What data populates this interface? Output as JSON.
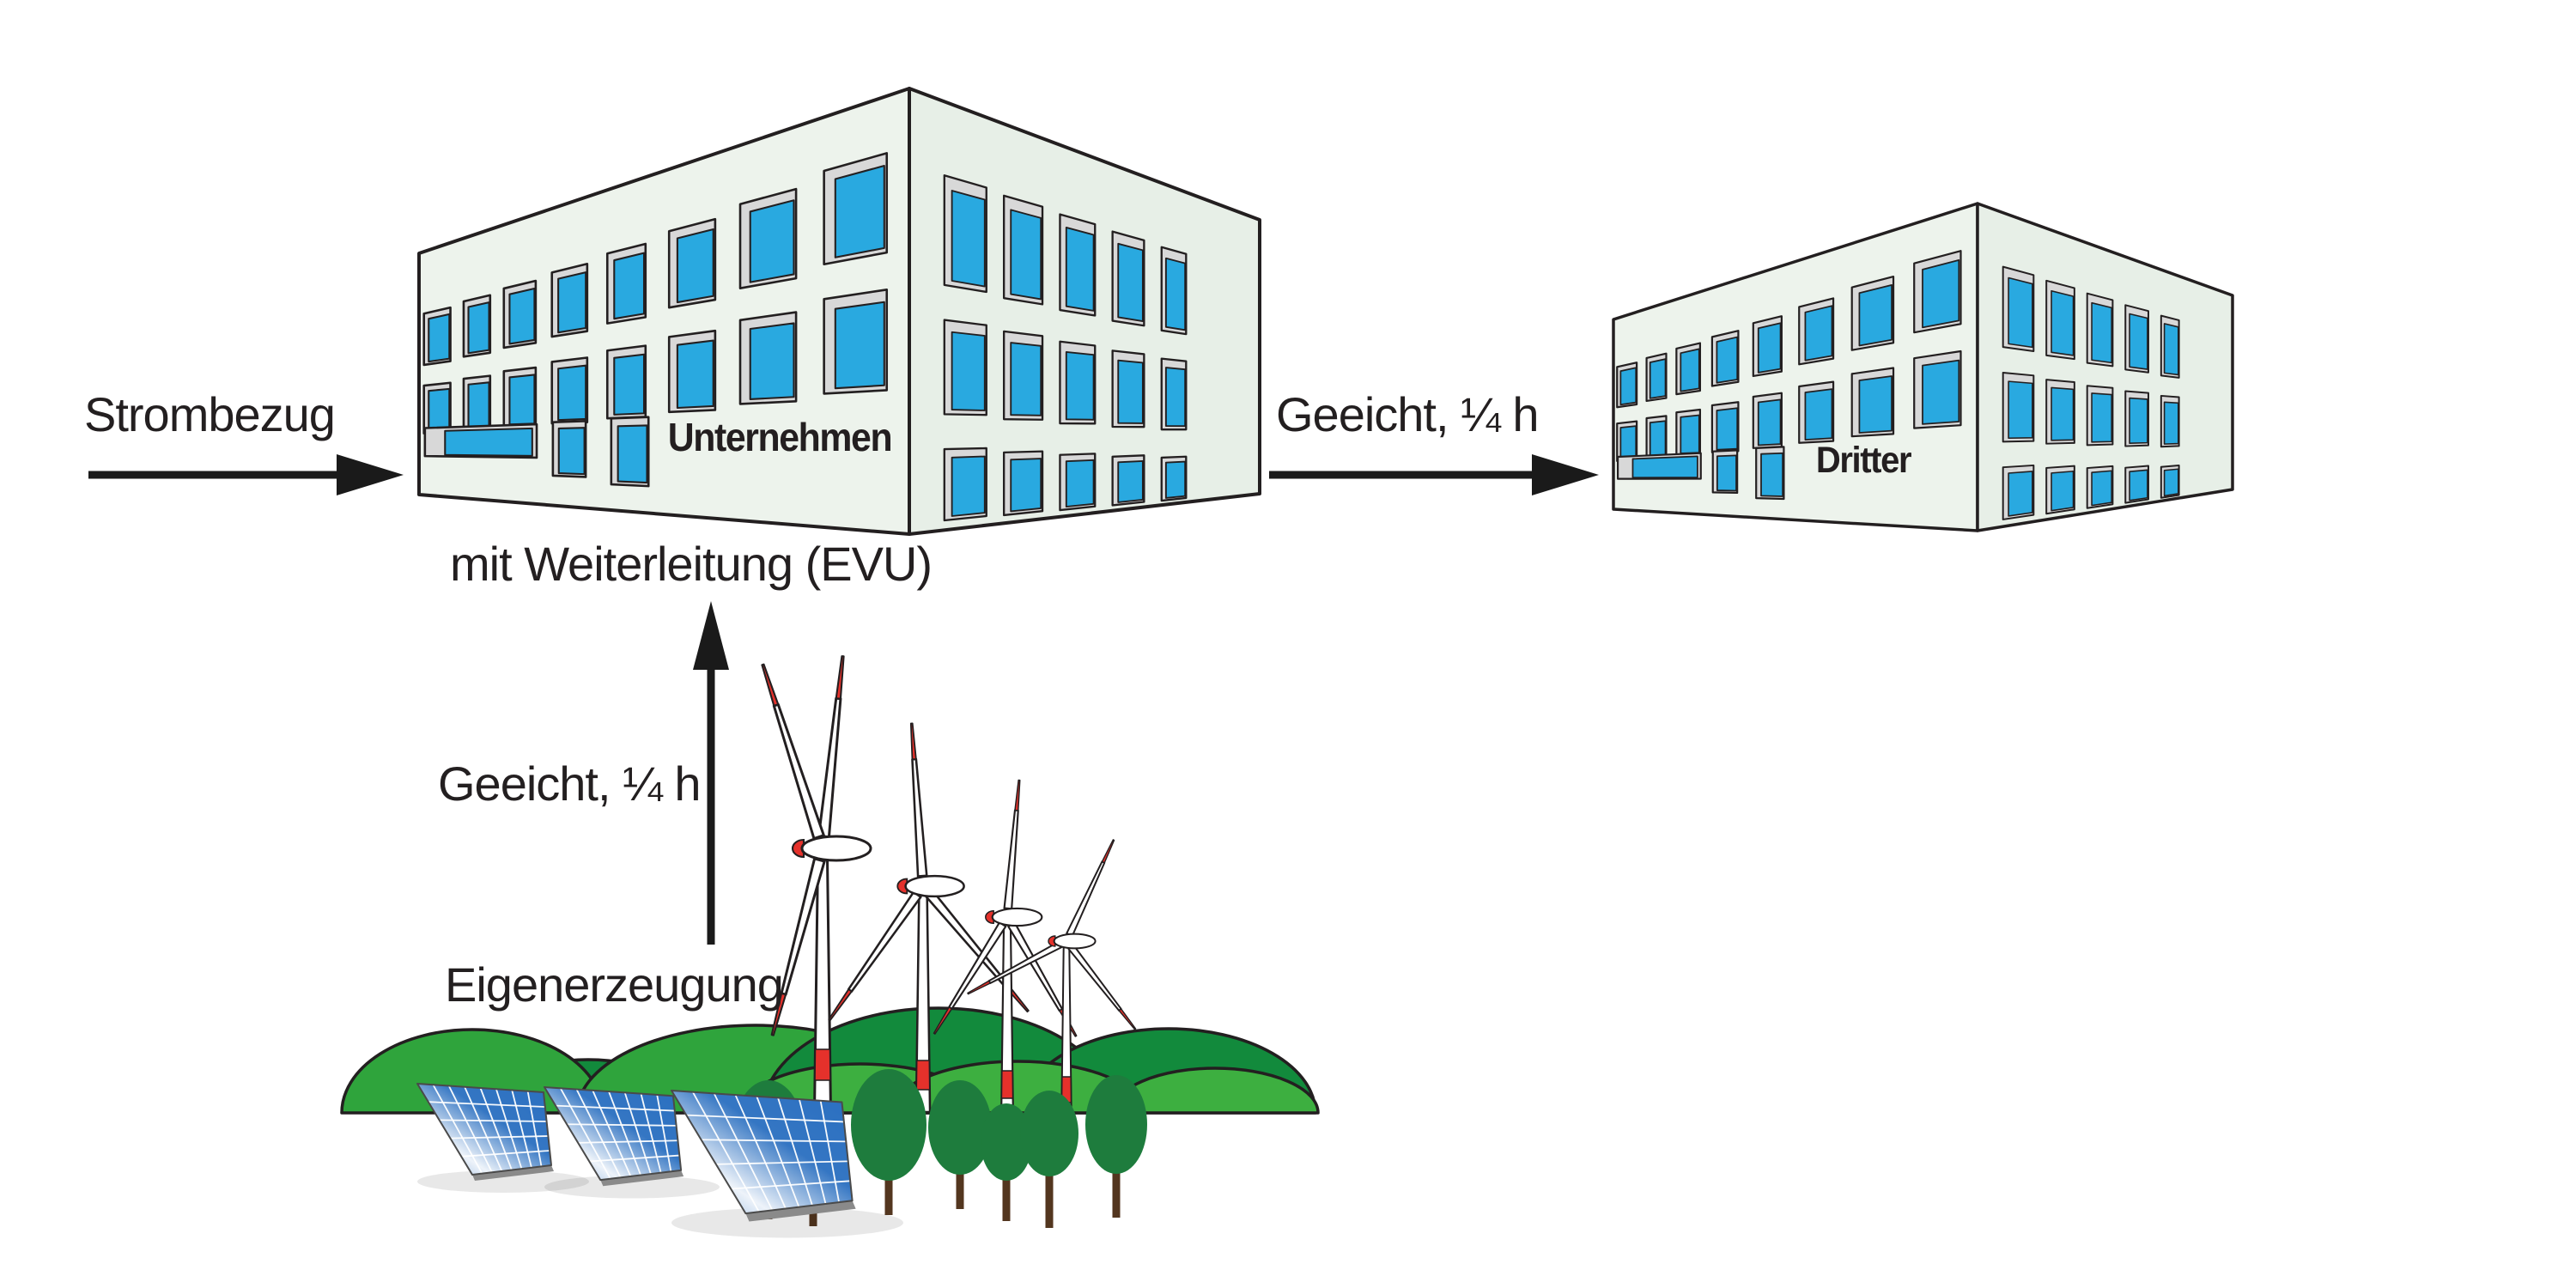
{
  "labels": {
    "strombezug": "Strombezug",
    "weiterleitung": "mit Weiterleitung (EVU)",
    "geeicht_supply": "Geeicht, ¼ h",
    "geeicht_delivery": "Geeicht, ¼ h",
    "eigenerzeugung": "Eigenerzeugung"
  },
  "buildings": {
    "unternehmen": {
      "label": "Unternehmen"
    },
    "dritter": {
      "label": "Dritter"
    }
  },
  "colors": {
    "outline": "#231F20",
    "arrow_black": "#1A1A1A",
    "window_blue": "#29A9E0",
    "window_frame": "#D8D8D8",
    "wall_left": "#EDF3EC",
    "wall_right": "#E7EFE7",
    "hill_dark": "#128A3C",
    "hill_medium": "#2FA43C",
    "hill_light": "#3DAF40",
    "tree_green": "#1E7C3D",
    "trunk_brown": "#53361F",
    "accent_red": "#E5312B",
    "solar_blue": "#2A6FC0",
    "panel_edge": "#8A8A8A",
    "turbine_white": "#FFFFFF"
  }
}
